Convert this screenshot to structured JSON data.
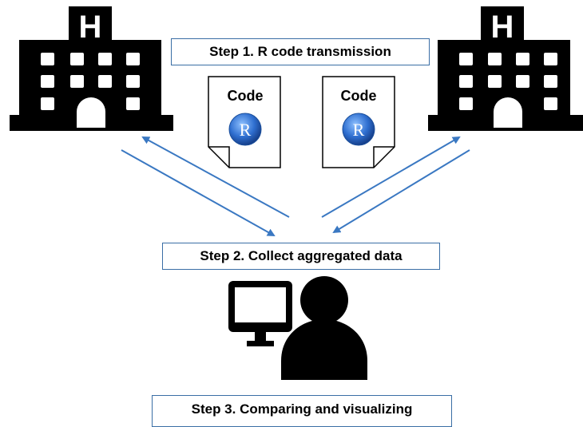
{
  "steps": {
    "step1": "Step 1. R code transmission",
    "step2": "Step 2. Collect aggregated data",
    "step3": "Step 3. Comparing and visualizing"
  },
  "hospitals": {
    "left_letter": "H",
    "right_letter": "H"
  },
  "code_docs": {
    "left_label": "Code",
    "right_label": "Code",
    "r_logo_letter": "R"
  },
  "colors": {
    "arrow": "#3a78c2",
    "box_border": "#3a6ea5",
    "icon": "#000000",
    "r_logo": "#2a6fcf"
  },
  "icons": [
    "hospital-icon",
    "document-icon",
    "r-logo-icon",
    "computer-monitor-icon",
    "person-icon"
  ]
}
